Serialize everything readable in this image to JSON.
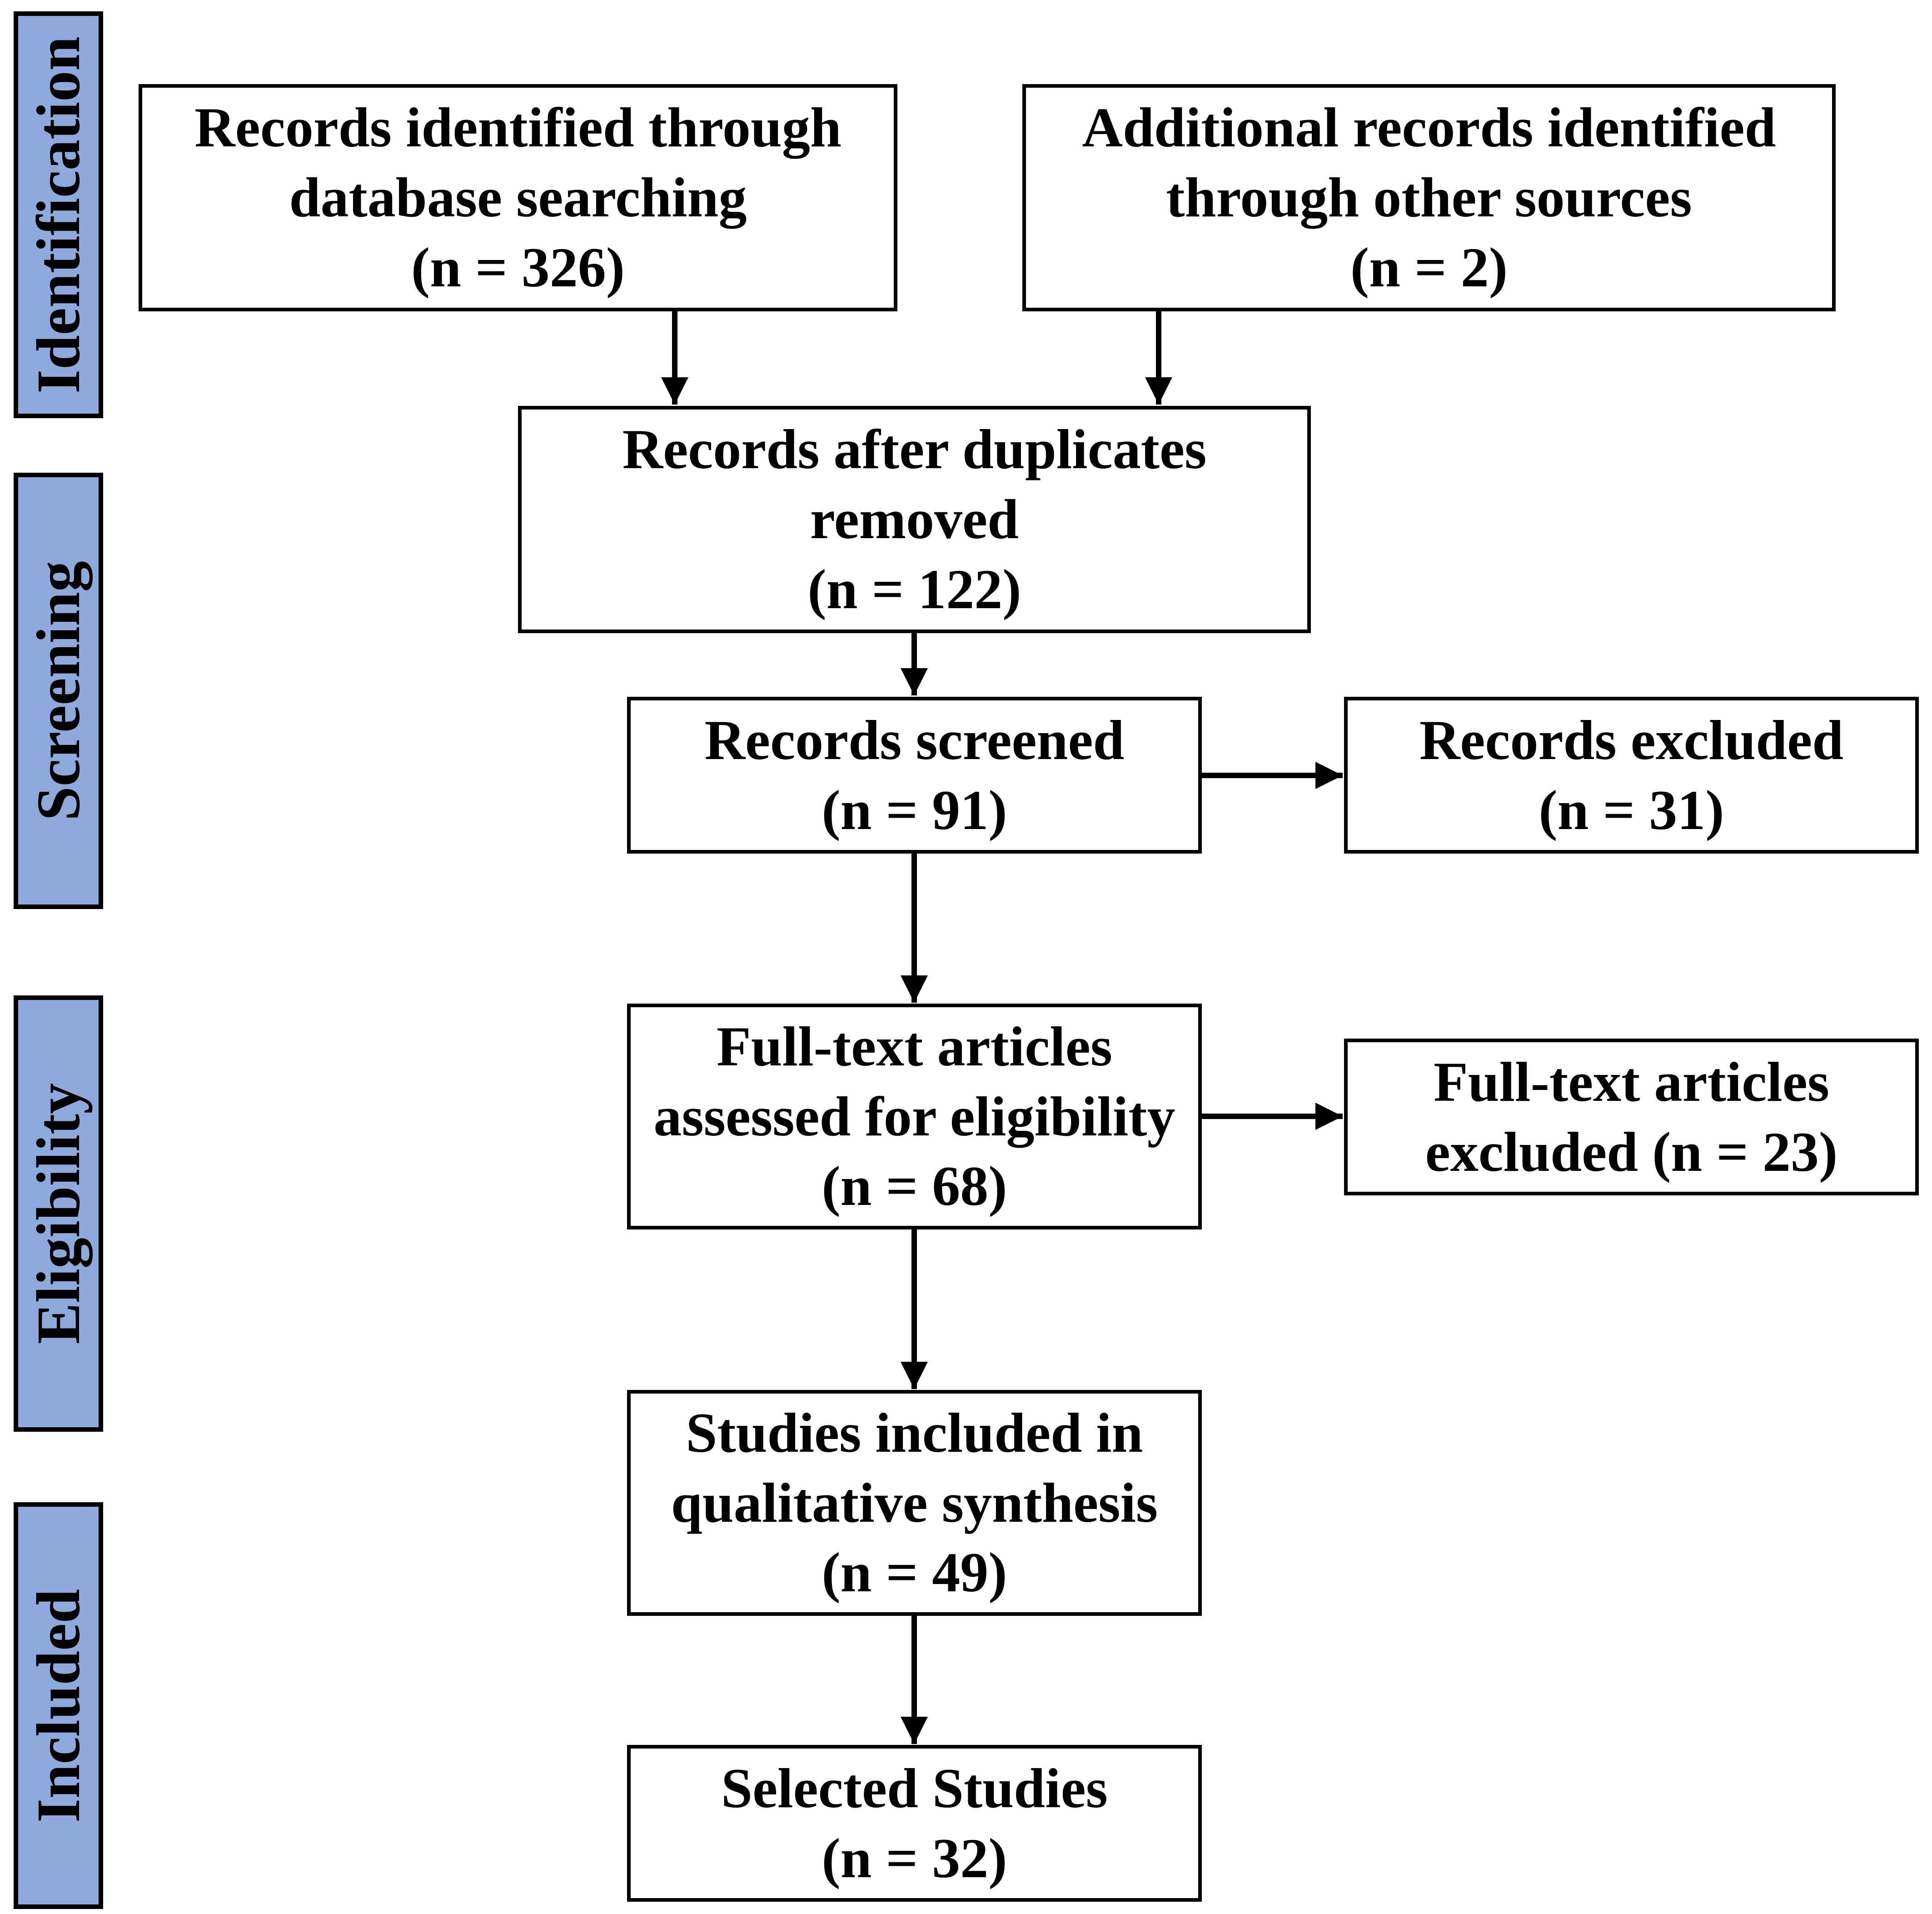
{
  "phases": {
    "identification": "Identification",
    "screening": "Screening",
    "eligibility": "Eligibility",
    "included": "Included"
  },
  "nodes": {
    "db_search": {
      "line1": "Records identified  through",
      "line2": "database searching",
      "count": "(n = 326)"
    },
    "other_sources": {
      "line1": "Additional  records identified",
      "line2": "through other sources",
      "count": "(n = 2)"
    },
    "after_duplicates": {
      "line1": "Records after duplicates",
      "line2": "removed",
      "count": "(n = 122)"
    },
    "screened": {
      "line1": "Records screened",
      "count": "(n = 91)"
    },
    "excluded": {
      "line1": "Records excluded",
      "count": "(n = 31)"
    },
    "fulltext_assessed": {
      "line1": "Full-text articles",
      "line2": "assessed for eligibility",
      "count": "(n = 68)"
    },
    "fulltext_excluded": {
      "line1": "Full-text articles",
      "line2": "excluded (n = 23)"
    },
    "qualitative": {
      "line1": "Studies included in",
      "line2": "qualitative synthesis",
      "count": "(n = 49)"
    },
    "selected": {
      "line1": "Selected Studies",
      "count": "(n = 32)"
    }
  },
  "colors": {
    "phase_fill": "#8ea9db",
    "stroke": "#000000"
  }
}
